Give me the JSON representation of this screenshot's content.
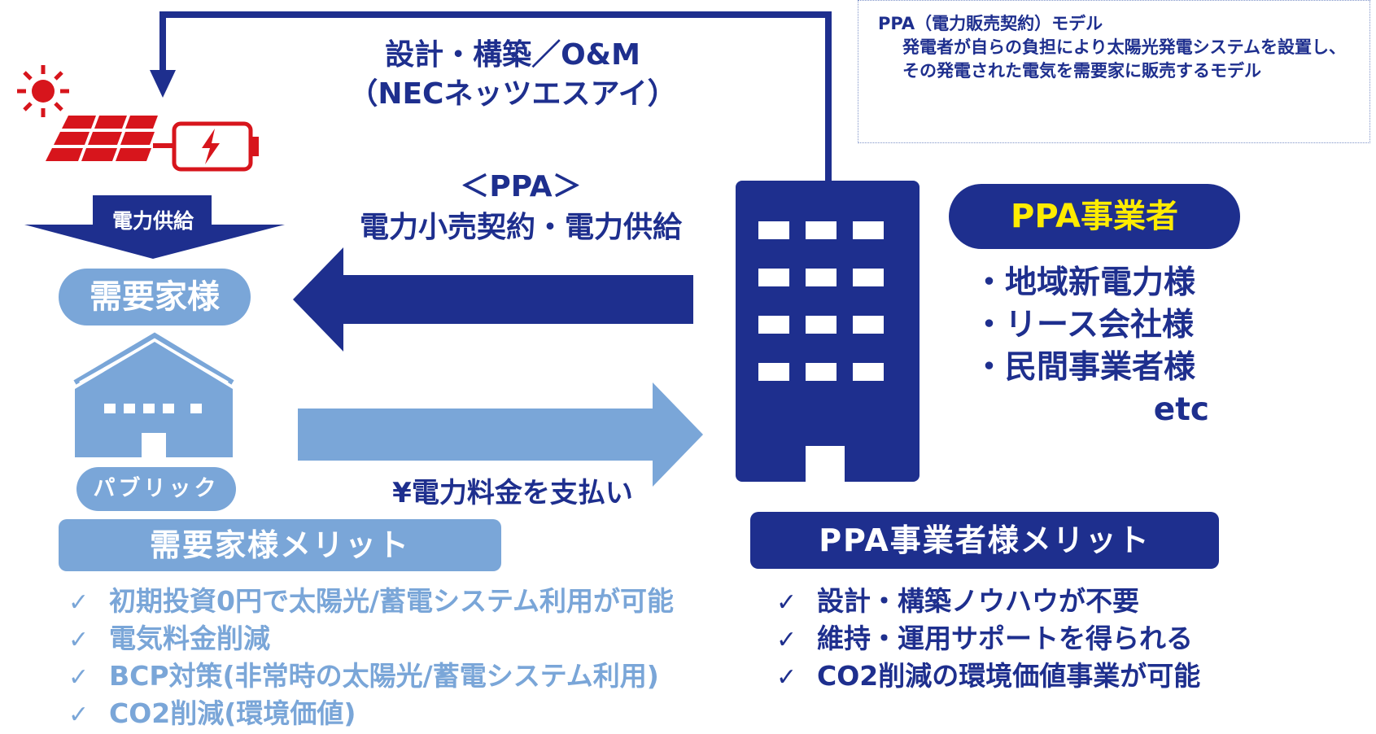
{
  "note": {
    "title": "PPA（電力販売契約）モデル",
    "body": "発電者が自らの負担により太陽光発電システムを設置し、その発電された電気を需要家に販売するモデル"
  },
  "labels": {
    "design_line1": "設計・構築／O&M",
    "design_line2": "（NECネッツエスアイ）",
    "ppa_line1": "＜PPA＞",
    "ppa_line2": "電力小売契約・電力供給",
    "payment": "¥電力料金を支払い",
    "supply": "電力供給"
  },
  "customer": {
    "pill": "需要家様",
    "public_pill": "パブリック",
    "merit_title": "需要家様メリット",
    "merits": [
      "初期投資0円で太陽光/蓄電システム利用が可能",
      "電気料金削減",
      "BCP対策(非常時の太陽光/蓄電システム利用)",
      "CO2削減(環境価値)"
    ]
  },
  "ppa_operator": {
    "pill": "PPA事業者",
    "examples": [
      "・地域新電力様",
      "・リース会社様",
      "・民間事業者様"
    ],
    "etc": "etc",
    "merit_title": "PPA事業者様メリット",
    "merits": [
      "設計・構築ノウハウが不要",
      "維持・運用サポートを得られる",
      "CO2削減の環境価値事業が可能"
    ]
  },
  "check_mark": "✓",
  "colors": {
    "dark_blue": "#1e2f8e",
    "light_blue": "#7aa6d8",
    "solar_red": "#d7151c",
    "yellow": "#ffec00"
  },
  "icons": [
    "sun-icon",
    "solar-panel-icon",
    "battery-icon",
    "building-icon",
    "house-icon"
  ]
}
